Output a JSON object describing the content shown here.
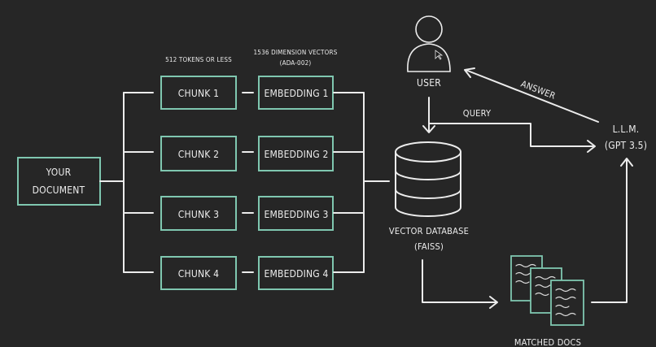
{
  "document": {
    "line1": "YOUR",
    "line2": "DOCUMENT"
  },
  "chunk_header": "512 TOKENS OR LESS",
  "embedding_header": {
    "line1": "1536 DIMENSION VECTORS",
    "line2": "(ADA-002)"
  },
  "chunks": [
    "CHUNK 1",
    "CHUNK 2",
    "CHUNK 3",
    "CHUNK 4"
  ],
  "embeddings": [
    "EMBEDDING 1",
    "EMBEDDING 2",
    "EMBEDDING 3",
    "EMBEDDING 4"
  ],
  "database": {
    "line1": "VECTOR DATABASE",
    "line2": "(FAISS)"
  },
  "user": {
    "label": "USER"
  },
  "llm": {
    "line1": "L.L.M.",
    "line2": "(GPT 3.5)"
  },
  "query_label": "QUERY",
  "answer_label": "ANSWER",
  "matched_docs_label": "MATCHED DOCS",
  "colors": {
    "background": "#262626",
    "box_stroke": "#7fc7b0",
    "line": "#ececec"
  }
}
